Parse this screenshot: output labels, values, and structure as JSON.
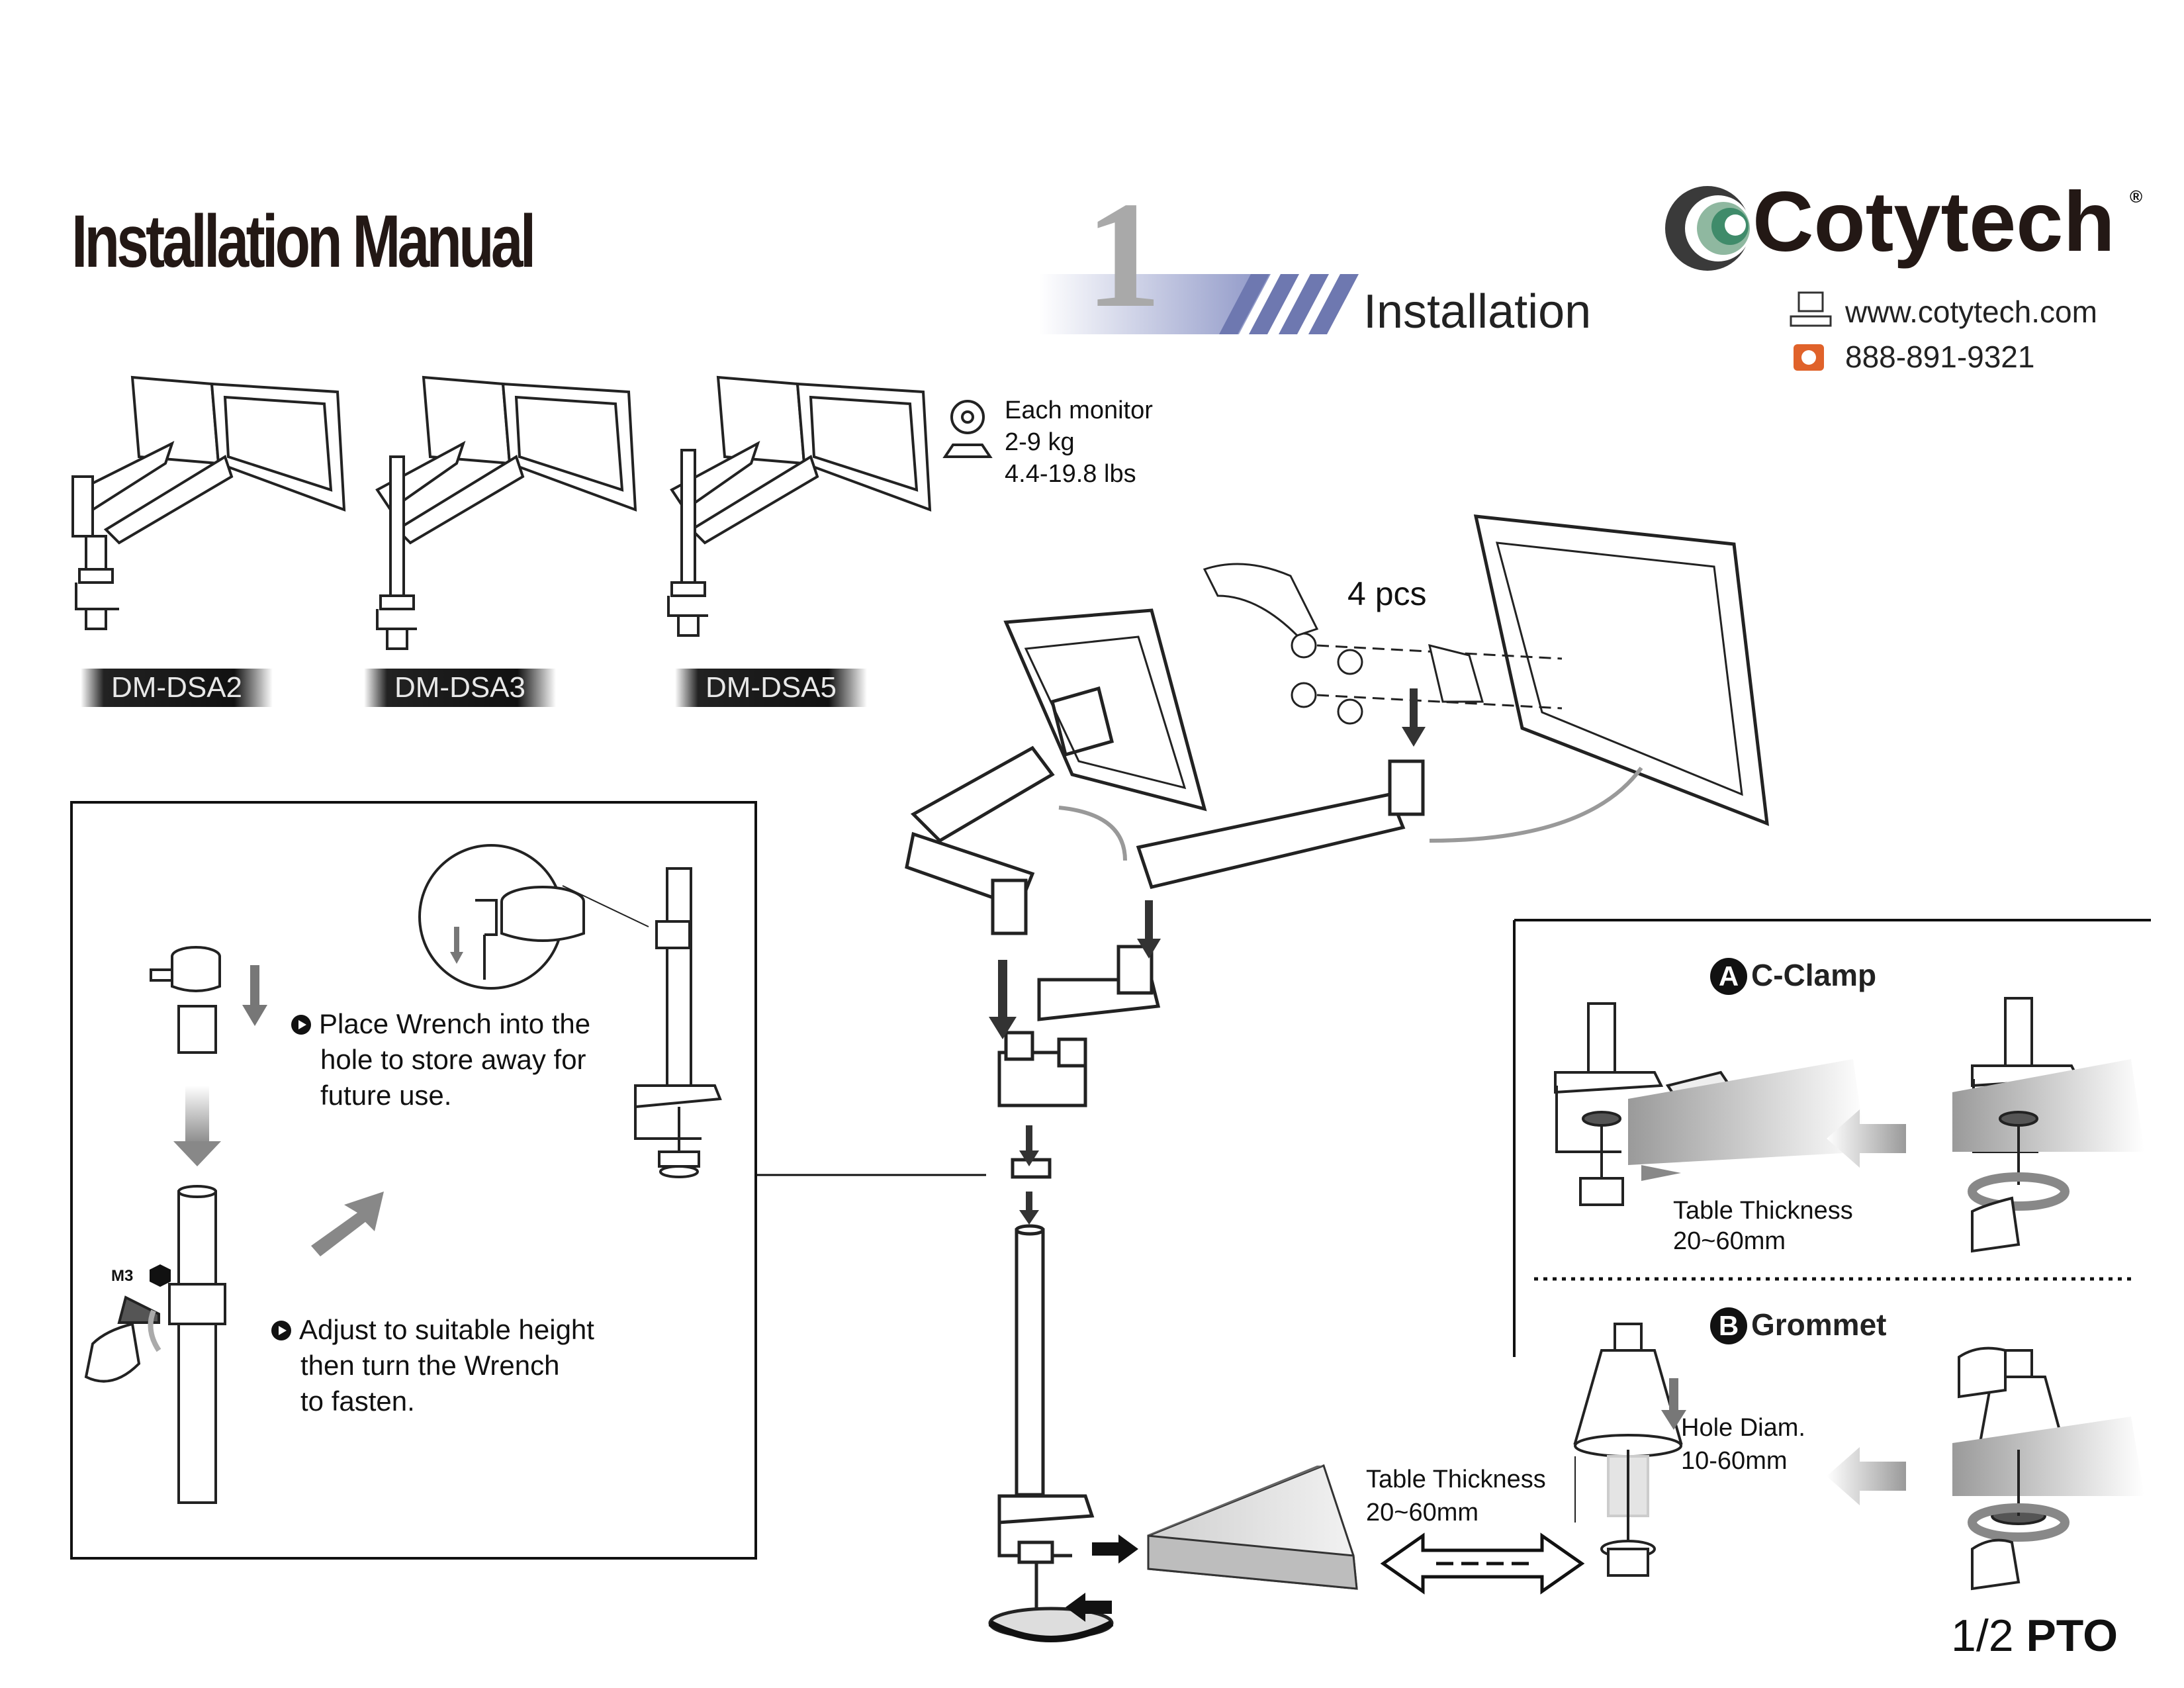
{
  "header": {
    "title": "Installation Manual",
    "brand": "Cotytech",
    "registered": "®",
    "website": "www.cotytech.com",
    "phone": "888-891-9321"
  },
  "step": {
    "number": "1",
    "title": "Installation"
  },
  "models": [
    {
      "label": "DM-DSA2"
    },
    {
      "label": "DM-DSA3"
    },
    {
      "label": "DM-DSA5"
    }
  ],
  "weight": {
    "line1": "Each monitor",
    "line2": "2-9 kg",
    "line3": "4.4-19.8 lbs"
  },
  "screws_label": "4 pcs",
  "pole_box": {
    "wrench_note": [
      "Place Wrench into the",
      "hole to store away for",
      "future use."
    ],
    "adjust_note": [
      "Adjust to suitable height",
      "then turn the Wrench",
      "to fasten."
    ],
    "m3_label": "M3"
  },
  "table_main": {
    "label": "Table Thickness",
    "range": "20~60mm"
  },
  "clamp": {
    "letter": "A",
    "title": "C-Clamp",
    "thickness_label": "Table Thickness",
    "thickness_range": "20~60mm"
  },
  "grommet": {
    "letter": "B",
    "title": "Grommet",
    "hole_label": "Hole Diam.",
    "hole_range": "10-60mm"
  },
  "page": {
    "number": "1/2",
    "pto": "PTO"
  }
}
